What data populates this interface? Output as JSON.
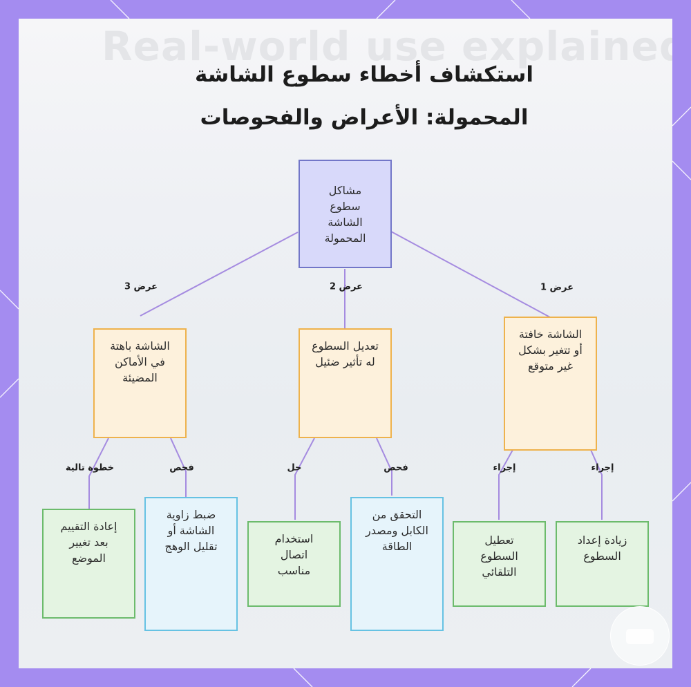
{
  "ghost_heading": "Real-world use explained",
  "title": "استكشاف أخطاء سطوع الشاشة المحمولة: الأعراض والفحوصات",
  "colors": {
    "frame": "#a48cf0",
    "root_fill": "#d8d9fa",
    "root_border": "#7276c8",
    "symptom_fill": "#fdf1dc",
    "symptom_border": "#eeb24c",
    "action_fill": "#e4f4e2",
    "action_border": "#6cbb6c",
    "check_fill": "#e6f4fb",
    "check_border": "#66c2e3",
    "edge": "#a58be0"
  },
  "nodes": {
    "root": "مشاكل سطوع الشاشة المحمولة",
    "symptom1": "الشاشة خافتة أو تتغير بشكل غير متوقع",
    "symptom2": "تعديل السطوع له تأثير ضئيل",
    "symptom3": "الشاشة باهتة في الأماكن المضيئة",
    "action_increase": "زيادة إعداد السطوع",
    "action_disable_auto": "تعطيل السطوع التلقائي",
    "check_cable": "التحقق من الكابل ومصدر الطاقة",
    "action_connection": "استخدام اتصال مناسب",
    "check_angle": "ضبط زاوية الشاشة أو تقليل الوهج",
    "action_reassess": "إعادة التقييم بعد تغيير الموضع"
  },
  "edge_labels": {
    "symptom1": "عرض 1",
    "symptom2": "عرض 2",
    "symptom3": "عرض 3",
    "increase": "إجراء",
    "disable_auto": "إجراء",
    "cable": "فحص",
    "connection": "حل",
    "angle": "فحص",
    "reassess": "خطوة تالية"
  }
}
